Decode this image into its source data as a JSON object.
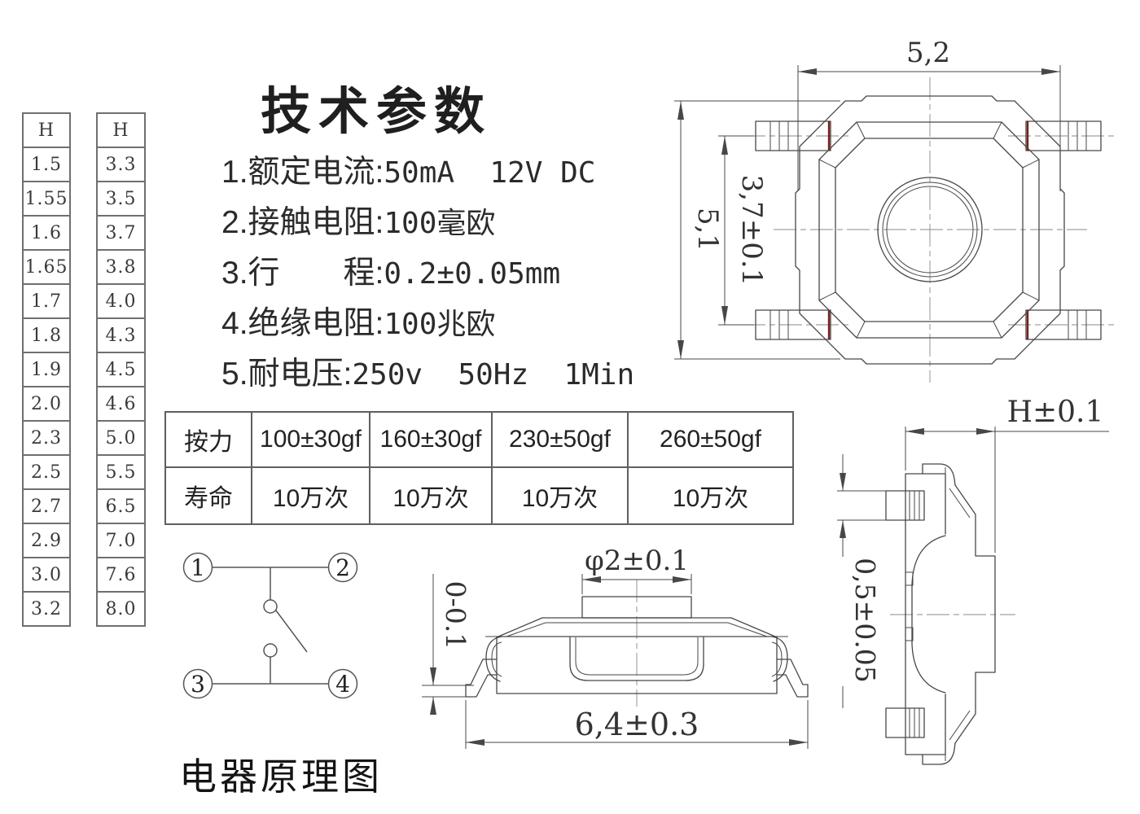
{
  "title": "技术参数",
  "specs": [
    {
      "label": "1.额定电流:",
      "value": "50mA  12V DC"
    },
    {
      "label": "2.接触电阻:",
      "value": "100毫欧"
    },
    {
      "label": "3.行　　程:",
      "value": "0.2±0.05mm"
    },
    {
      "label": "4.绝缘电阻:",
      "value": "100兆欧"
    },
    {
      "label": "5.耐电压:",
      "value": "250v  50Hz  1Min"
    }
  ],
  "h_tables": {
    "header": "H",
    "col1": [
      "1.5",
      "1.55",
      "1.6",
      "1.65",
      "1.7",
      "1.8",
      "1.9",
      "2.0",
      "2.3",
      "2.5",
      "2.7",
      "2.9",
      "3.0",
      "3.2"
    ],
    "col2": [
      "3.3",
      "3.5",
      "3.7",
      "3.8",
      "4.0",
      "4.3",
      "4.5",
      "4.6",
      "5.0",
      "5.5",
      "6.5",
      "7.0",
      "7.6",
      "8.0"
    ]
  },
  "force_table": {
    "rows": [
      {
        "header": "按力",
        "values": [
          "100±30gf",
          "160±30gf",
          "230±50gf",
          "260±50gf"
        ]
      },
      {
        "header": "寿命",
        "values": [
          "10万次",
          "10万次",
          "10万次",
          "10万次"
        ]
      }
    ]
  },
  "circuit": {
    "caption": "电器原理图",
    "terminals": [
      "1",
      "2",
      "3",
      "4"
    ]
  },
  "dimensions": {
    "top_view": {
      "width": "5,2",
      "height": "5,1",
      "pin_pitch": "3,7±0.1"
    },
    "front_view": {
      "button_dia": "φ2±0.1",
      "total_width": "6,4±0.3",
      "coplanarity": "0-0.1"
    },
    "side_view": {
      "height": "H±0.1",
      "lead_thickness": "0,5±0.05"
    }
  },
  "colors": {
    "line": "#474747",
    "accent_red": "#7d1f1f"
  }
}
